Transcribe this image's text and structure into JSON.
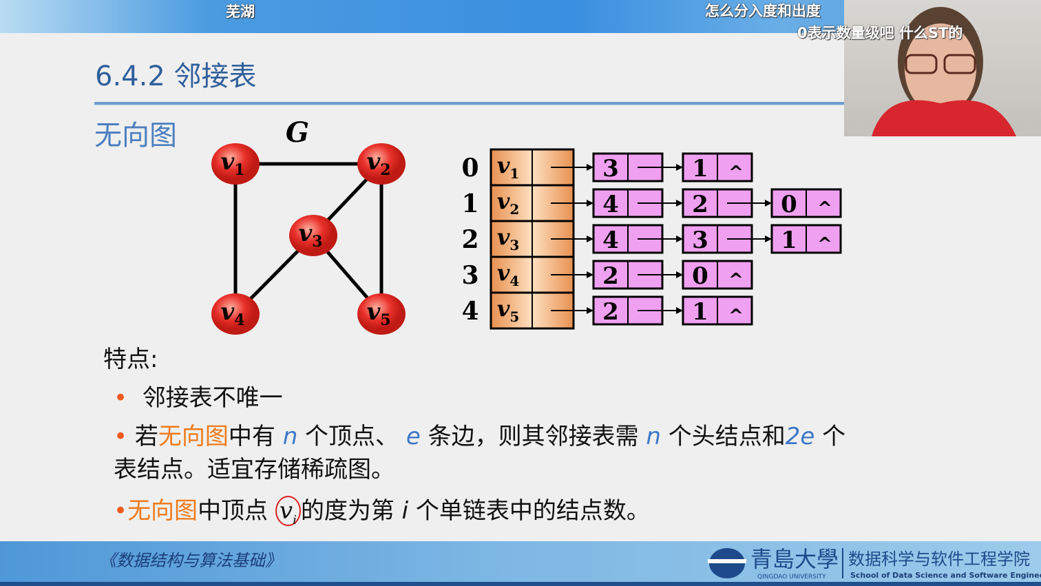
{
  "danmaku": [
    "芜湖",
    "怎么分入度和出度",
    "0表示数量级吧 什么ST的"
  ],
  "slide": {
    "title": "6.4.2 邻接表",
    "subtitle": "无向图",
    "graph": {
      "label": "G",
      "nodes": [
        {
          "id": "v",
          "sub": "1"
        },
        {
          "id": "v",
          "sub": "2"
        },
        {
          "id": "v",
          "sub": "3"
        },
        {
          "id": "v",
          "sub": "4"
        },
        {
          "id": "v",
          "sub": "5"
        }
      ],
      "edges": [
        [
          0,
          1
        ],
        [
          0,
          3
        ],
        [
          1,
          2
        ],
        [
          1,
          4
        ],
        [
          2,
          3
        ],
        [
          2,
          4
        ]
      ]
    },
    "adjacency": {
      "rows": [
        {
          "index": "0",
          "vertex": "v",
          "sub": "1",
          "list": [
            "3",
            "1"
          ]
        },
        {
          "index": "1",
          "vertex": "v",
          "sub": "2",
          "list": [
            "4",
            "2",
            "0"
          ]
        },
        {
          "index": "2",
          "vertex": "v",
          "sub": "3",
          "list": [
            "4",
            "3",
            "1"
          ]
        },
        {
          "index": "3",
          "vertex": "v",
          "sub": "4",
          "list": [
            "2",
            "0"
          ]
        },
        {
          "index": "4",
          "vertex": "v",
          "sub": "5",
          "list": [
            "2",
            "1"
          ]
        }
      ],
      "null_symbol": "^"
    },
    "features_label": "特点:",
    "bullet1": "邻接表不唯一",
    "bullet2": {
      "a": "若",
      "b": "无向图",
      "c": "中有 ",
      "n": "n",
      "d": " 个顶点、 ",
      "e": "e",
      "f": " 条边，则其邻接表需 ",
      "n2": "n",
      "g": " 个头结点和",
      "e2": "2e",
      "h": " 个",
      "line2": "表结点。适宜存储稀疏图。"
    },
    "bullet3": {
      "a": "无向图",
      "b": "中顶点 ",
      "v": "v",
      "i": "i",
      "c": "的度为第 ",
      "i2": "i",
      "d": " 个单链表中的结点数。"
    }
  },
  "footer": {
    "book": "《数据结构与算法基础》",
    "university": "青島大學",
    "university_en": "QINGDAO UNIVERSITY",
    "school": "数据科学与软件工程学院",
    "school_en": "School of Data Science and Software Engineering"
  },
  "colors": {
    "accent": "#2f5f9c",
    "highlight": "#f07a1a",
    "node": "#e8302a",
    "head": "#f0a060",
    "listnode": "#f0a0f0"
  }
}
